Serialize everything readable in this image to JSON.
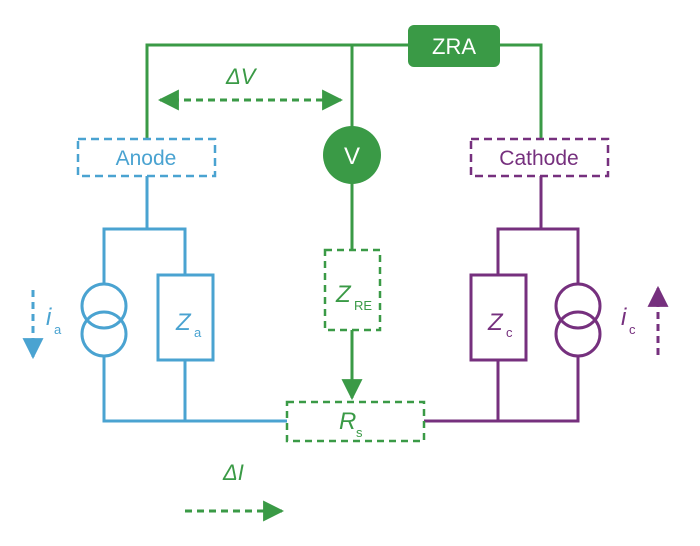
{
  "colors": {
    "green": "#3a9a46",
    "blue": "#4aa3d1",
    "purple": "#76307e",
    "white": "#ffffff"
  },
  "labels": {
    "zra": "ZRA",
    "voltmeter": "V",
    "anode": "Anode",
    "cathode": "Cathode",
    "delta_v": "ΔV",
    "delta_i": "ΔI",
    "i": "i",
    "a": "a",
    "c": "c",
    "z": "Z",
    "re": "RE",
    "r": "R",
    "s": "s"
  }
}
